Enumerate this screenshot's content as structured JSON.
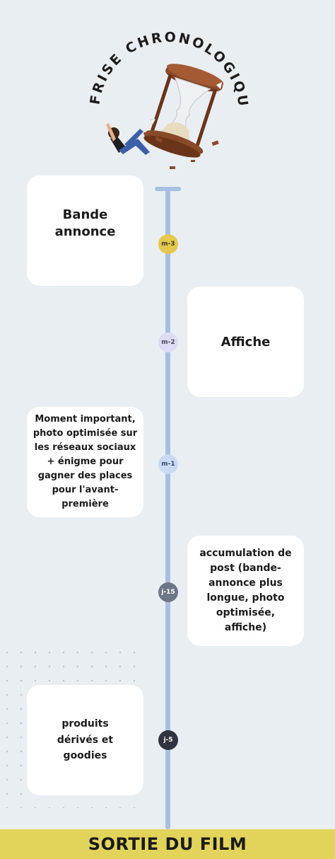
{
  "header": {
    "title": "FRISE CHRONOLOGIQUE"
  },
  "events": [
    {
      "marker": "m-3",
      "text": "Bande annonce"
    },
    {
      "marker": "m-2",
      "text": "Affiche"
    },
    {
      "marker": "m-1",
      "text": "Moment important, photo optimisée sur les réseaux sociaux + énigme pour gagner des places pour l'avant-première"
    },
    {
      "marker": "j-15",
      "text": "accumulation de post (bande-annonce plus longue, photo optimisée, affiche)"
    },
    {
      "marker": "j-5",
      "text": "produits dérivés et goodies"
    }
  ],
  "footer": {
    "label": "SORTIE DU FILM"
  },
  "colors": {
    "background": "#e9eef2",
    "timeline": "#a7bfe3",
    "accent_yellow": "#e2d35a",
    "hourglass_wood": "#8a4a2a"
  },
  "icons": [
    "hourglass-icon",
    "falling-person-icon"
  ]
}
